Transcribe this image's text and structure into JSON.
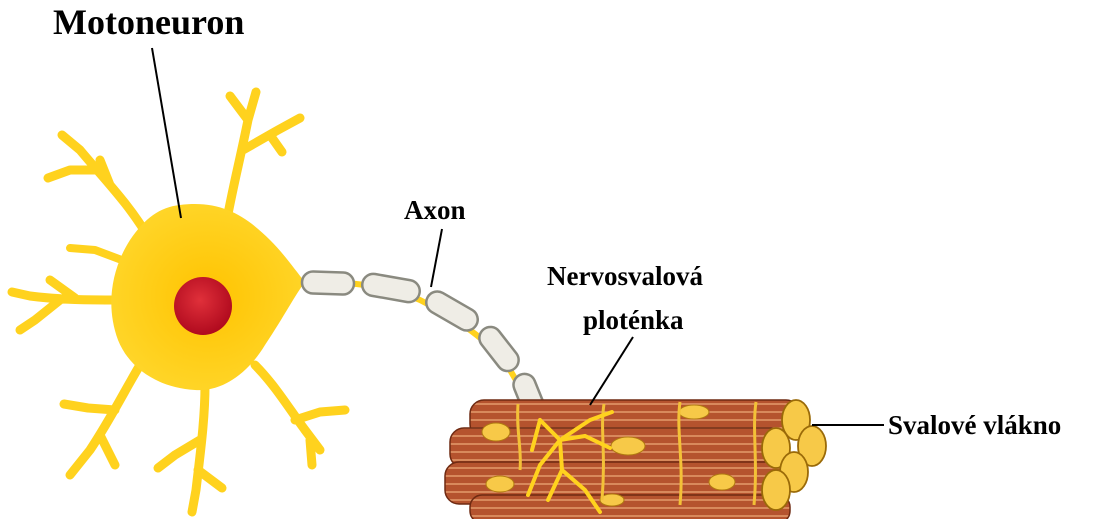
{
  "labels": {
    "motoneuron": "Motoneuron",
    "axon": "Axon",
    "endplate_line1": "Nervosvalová",
    "endplate_line2": "ploténka",
    "muscle_fiber": "Svalové vlákno"
  },
  "colors": {
    "neuron_yellow": "#FFD21E",
    "neuron_core": "#FFC300",
    "nucleus_red": "#C8102E",
    "myelin_fill": "#EFEDE6",
    "myelin_stroke": "#8A8A80",
    "muscle_brown": "#B5532E",
    "muscle_stripe": "#E8A070",
    "muscle_end": "#F7C948"
  }
}
